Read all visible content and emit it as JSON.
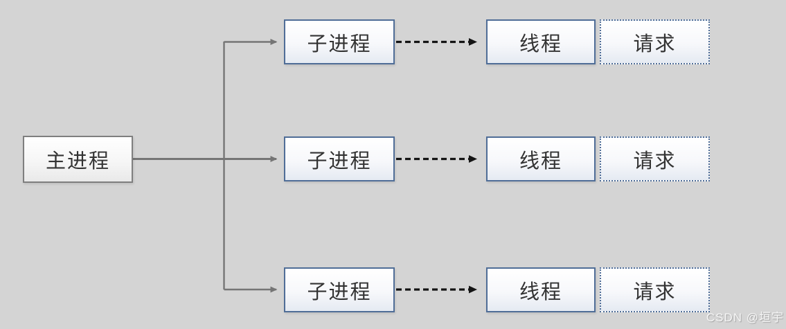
{
  "diagram": {
    "main_process_label": "主进程",
    "rows": [
      {
        "child_label": "子进程",
        "thread_label": "线程",
        "request_label": "请求"
      },
      {
        "child_label": "子进程",
        "thread_label": "线程",
        "request_label": "请求"
      },
      {
        "child_label": "子进程",
        "thread_label": "线程",
        "request_label": "请求"
      }
    ],
    "colors": {
      "background": "#d4d4d4",
      "process_border": "#7f7f7f",
      "node_border": "#4f6d97",
      "connector_gray": "#757575",
      "connector_black": "#141414",
      "box_fill_top": "#ffffff",
      "box_fill_bottom": "#e5eaf2",
      "text": "#333333"
    },
    "watermark": "CSDN @垣宇"
  }
}
